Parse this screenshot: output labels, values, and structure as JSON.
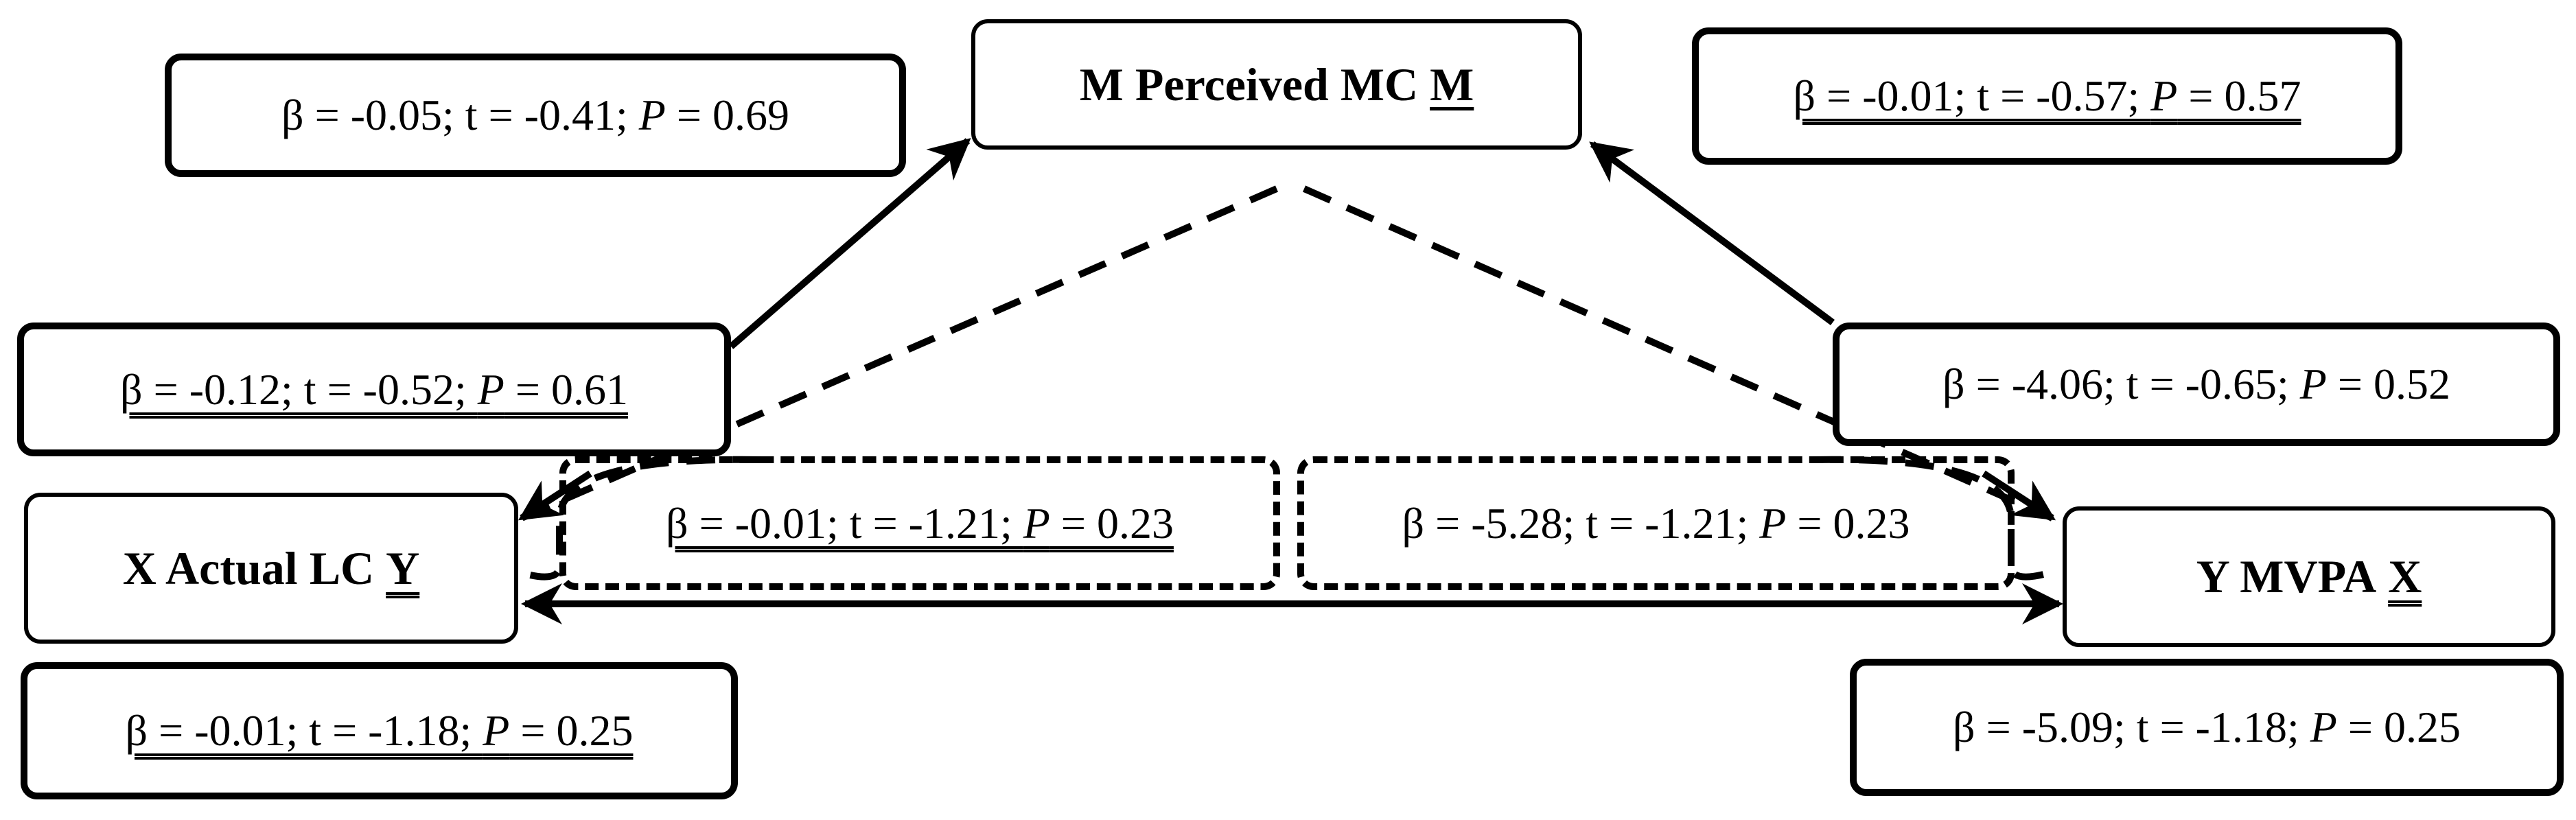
{
  "nodes": {
    "m": {
      "label": "M Perceived MC",
      "code": "M"
    },
    "x": {
      "label": "X Actual LC",
      "code": "Y"
    },
    "y": {
      "label": "Y MVPA",
      "code": "X"
    }
  },
  "stats": {
    "top_left": {
      "a": "β = -0.05; t = -0.41; ",
      "p": "P",
      "b": " = 0.69"
    },
    "top_right": {
      "a": "β = -0.01; t = -0.57; ",
      "p": "P",
      "b": " = 0.57"
    },
    "mid_left": {
      "a": "β = -0.12; t = -0.52; ",
      "p": "P",
      "b": " = 0.61"
    },
    "mid_right": {
      "a": "β = -4.06; t = -0.65; ",
      "p": "P",
      "b": " = 0.52"
    },
    "center_left": {
      "a": "β = -0.01; t = -1.21; ",
      "p": "P",
      "b": " = 0.23"
    },
    "center_right": {
      "a": "β = -5.28; t = -1.21; ",
      "p": "P",
      "b": " = 0.23"
    },
    "bottom_left": {
      "a": "β = -0.01; t = -1.18; ",
      "p": "P",
      "b": " = 0.25"
    },
    "bottom_right": {
      "a": "β = -5.09; t = -1.18; ",
      "p": "P",
      "b": " = 0.25"
    }
  }
}
